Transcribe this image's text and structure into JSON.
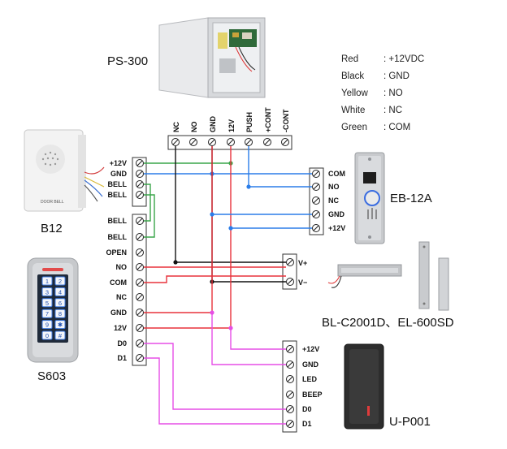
{
  "devices": {
    "ps300": "PS-300",
    "b12": "B12",
    "s603": "S603",
    "eb12a": "EB-12A",
    "locks": "BL-C2001D、EL-600SD",
    "up001": "U-P001"
  },
  "legend": [
    {
      "color_name": "Red",
      "meaning": ": +12VDC"
    },
    {
      "color_name": "Black",
      "meaning": ": GND"
    },
    {
      "color_name": "Yellow",
      "meaning": ": NO"
    },
    {
      "color_name": "White",
      "meaning": ": NC"
    },
    {
      "color_name": "Green",
      "meaning": ": COM"
    }
  ],
  "psu_terminals": [
    "NC",
    "NO",
    "GND",
    "12V",
    "PUSH",
    "+CONT",
    "-CONT"
  ],
  "bell_terminals": [
    "+12V",
    "GND",
    "BELL",
    "BELL"
  ],
  "controller_terminals": [
    "BELL",
    "BELL",
    "OPEN",
    "NO",
    "COM",
    "NC",
    "GND",
    "12V",
    "D0",
    "D1"
  ],
  "exit_button_terminals": [
    "COM",
    "NO",
    "NC",
    "GND",
    "+12V"
  ],
  "lock_terminals": [
    "V+",
    "V−"
  ],
  "reader_terminals": [
    "+12V",
    "GND",
    "LED",
    "BEEP",
    "D0",
    "D1"
  ],
  "keypad_keys": [
    "1",
    "2",
    "3",
    "4",
    "5",
    "6",
    "7",
    "8",
    "9",
    "✱",
    "0",
    "#"
  ],
  "bell_brand": "DOOR BELL",
  "wire_colors": {
    "red": "#e8323c",
    "black": "#111111",
    "blue": "#2b7de9",
    "green": "#3aa64a",
    "magenta": "#e64ee6"
  }
}
